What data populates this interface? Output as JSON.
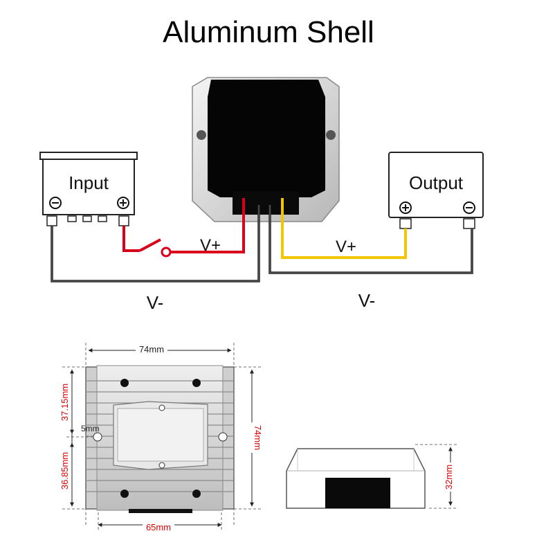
{
  "title": "Aluminum Shell",
  "wiring": {
    "input_label": "Input",
    "output_label": "Output",
    "input_pos_wire": "V+",
    "output_pos_wire": "V+",
    "input_neg_wire": "V-",
    "output_neg_wire": "V-"
  },
  "dimensions": {
    "top_width": "74mm",
    "bottom_width": "65mm",
    "right_height": "74mm",
    "upper_left": "37.15mm",
    "hole": "5mm",
    "lower_left": "36.85mm",
    "side_height": "32mm"
  },
  "colors": {
    "red_wire": "#d9001b",
    "yellow_wire": "#f2c500",
    "black_wire": "#1a1a1a",
    "dimension_text": "#e00000"
  }
}
